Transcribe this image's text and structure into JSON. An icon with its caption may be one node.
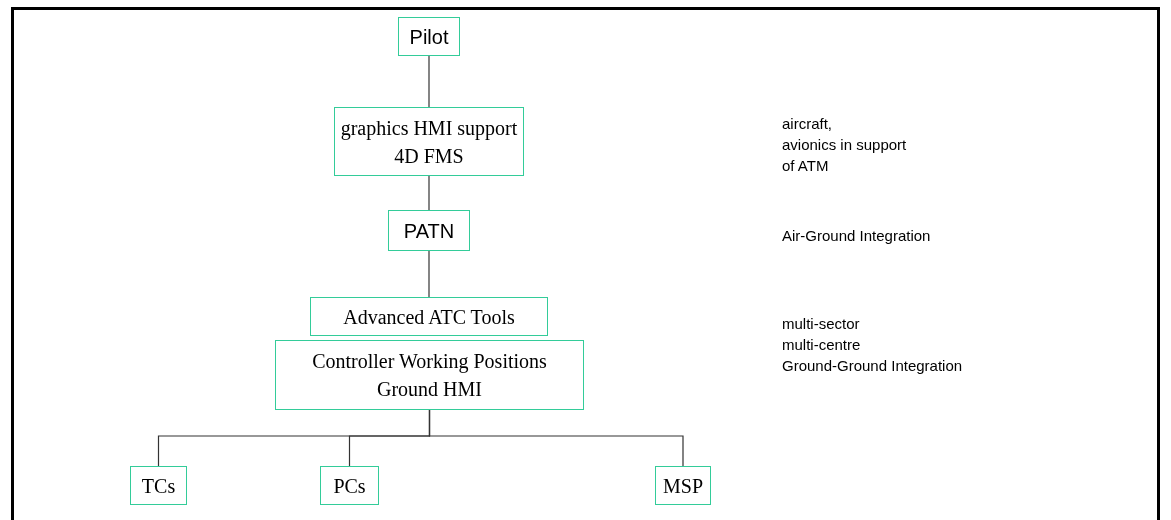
{
  "diagram": {
    "nodes": [
      {
        "text": [
          "Pilot"
        ]
      },
      {
        "text": [
          "graphics HMI support",
          "4D FMS"
        ]
      },
      {
        "text": [
          "PATN"
        ]
      },
      {
        "text": [
          "Advanced ATC Tools"
        ]
      },
      {
        "text": [
          "Controller Working Positions",
          "Ground HMI"
        ]
      },
      {
        "text": [
          "TCs"
        ]
      },
      {
        "text": [
          "PCs"
        ]
      },
      {
        "text": [
          "MSP"
        ]
      }
    ],
    "edges": [
      {
        "from": 0,
        "to": 1,
        "arrow": "none"
      },
      {
        "from": 1,
        "to": 2,
        "arrow": "none"
      },
      {
        "from": 2,
        "to": 3,
        "arrow": "none"
      },
      {
        "from": 4,
        "to": 5,
        "arrow": "none"
      },
      {
        "from": 4,
        "to": 6,
        "arrow": "none"
      },
      {
        "from": 4,
        "to": 7,
        "arrow": "none"
      }
    ],
    "labels": [
      "aircraft,",
      "avionics in support",
      "of ATM",
      "Air-Ground Integration",
      "multi-sector",
      "multi-centre",
      "Ground-Ground Integration"
    ]
  }
}
